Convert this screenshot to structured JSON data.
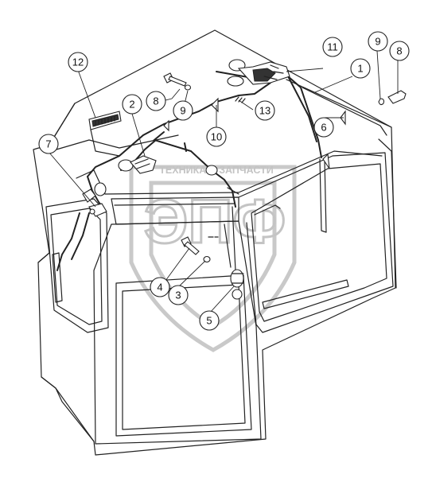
{
  "watermark": {
    "caption": "ТЕХНИКА И ЗАПЧАСТИ",
    "letters": "ЭПФ"
  },
  "callouts": [
    {
      "id": "c1",
      "label": "1"
    },
    {
      "id": "c2",
      "label": "2"
    },
    {
      "id": "c3",
      "label": "3"
    },
    {
      "id": "c4",
      "label": "4"
    },
    {
      "id": "c5",
      "label": "5"
    },
    {
      "id": "c6",
      "label": "6"
    },
    {
      "id": "c7",
      "label": "7"
    },
    {
      "id": "c8a",
      "label": "8"
    },
    {
      "id": "c8b",
      "label": "8"
    },
    {
      "id": "c9a",
      "label": "9"
    },
    {
      "id": "c9b",
      "label": "9"
    },
    {
      "id": "c10",
      "label": "10"
    },
    {
      "id": "c11",
      "label": "11"
    },
    {
      "id": "c12",
      "label": "12"
    },
    {
      "id": "c13",
      "label": "13"
    }
  ]
}
